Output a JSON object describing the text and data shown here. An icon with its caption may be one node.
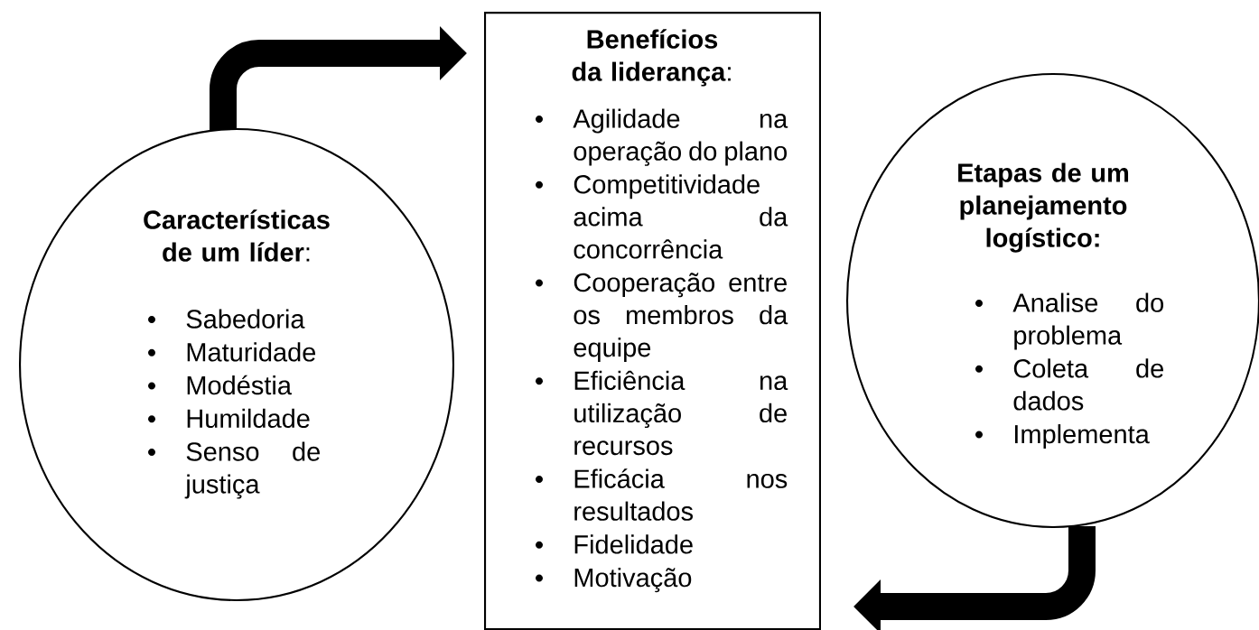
{
  "diagram": {
    "nodes": [
      {
        "text": [
          "**Características de um líder**:",
          "Sabedoria",
          "Maturidade",
          "Modéstia",
          "Humildade",
          "Senso de justiça"
        ]
      },
      {
        "text": [
          "**Benefícios da liderança**:",
          "Agilidade na operação do plano",
          "Competitividade acima da concorrência",
          "Cooperação entre os membros da equipe",
          "Eficiência na utilização de recursos",
          "Eficácia nos resultados",
          "Fidelidade",
          "Motivação"
        ]
      },
      {
        "text": [
          "Etapas de um planejamento logístico:",
          "Analise do problema",
          "Coleta de dados",
          "Implementa"
        ]
      }
    ],
    "edges": [
      {
        "from": 0,
        "to": 1,
        "arrow": "to"
      },
      {
        "from": 2,
        "to": 1,
        "arrow": "to"
      }
    ]
  }
}
